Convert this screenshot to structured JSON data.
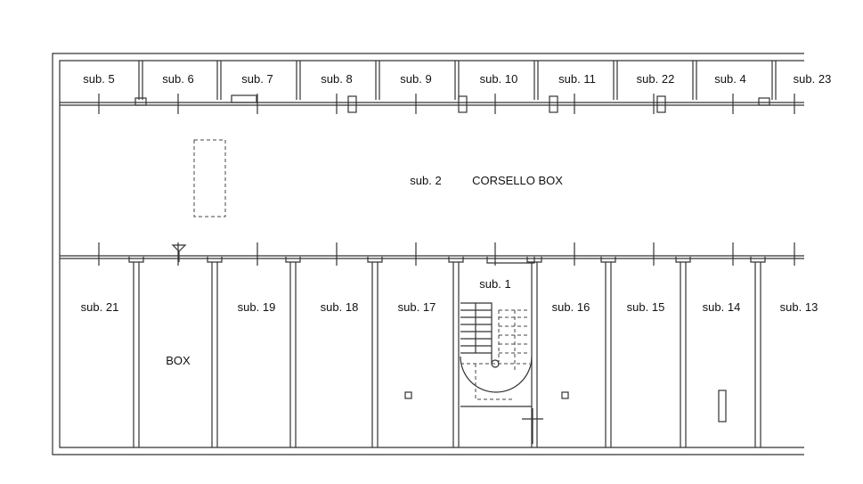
{
  "plan": {
    "top_units": [
      "sub. 5",
      "sub. 6",
      "sub. 7",
      "sub. 8",
      "sub. 9",
      "sub. 10",
      "sub. 11",
      "sub. 22",
      "sub. 4",
      "sub. 23"
    ],
    "corridor": {
      "unit": "sub. 2",
      "name": "CORSELLO BOX"
    },
    "bottom_units": [
      "sub. 21",
      "sub. 19",
      "sub. 18",
      "sub. 17",
      "sub. 16",
      "sub. 15",
      "sub. 14",
      "sub. 13"
    ],
    "box_label": "BOX",
    "stair_unit": "sub. 1"
  }
}
